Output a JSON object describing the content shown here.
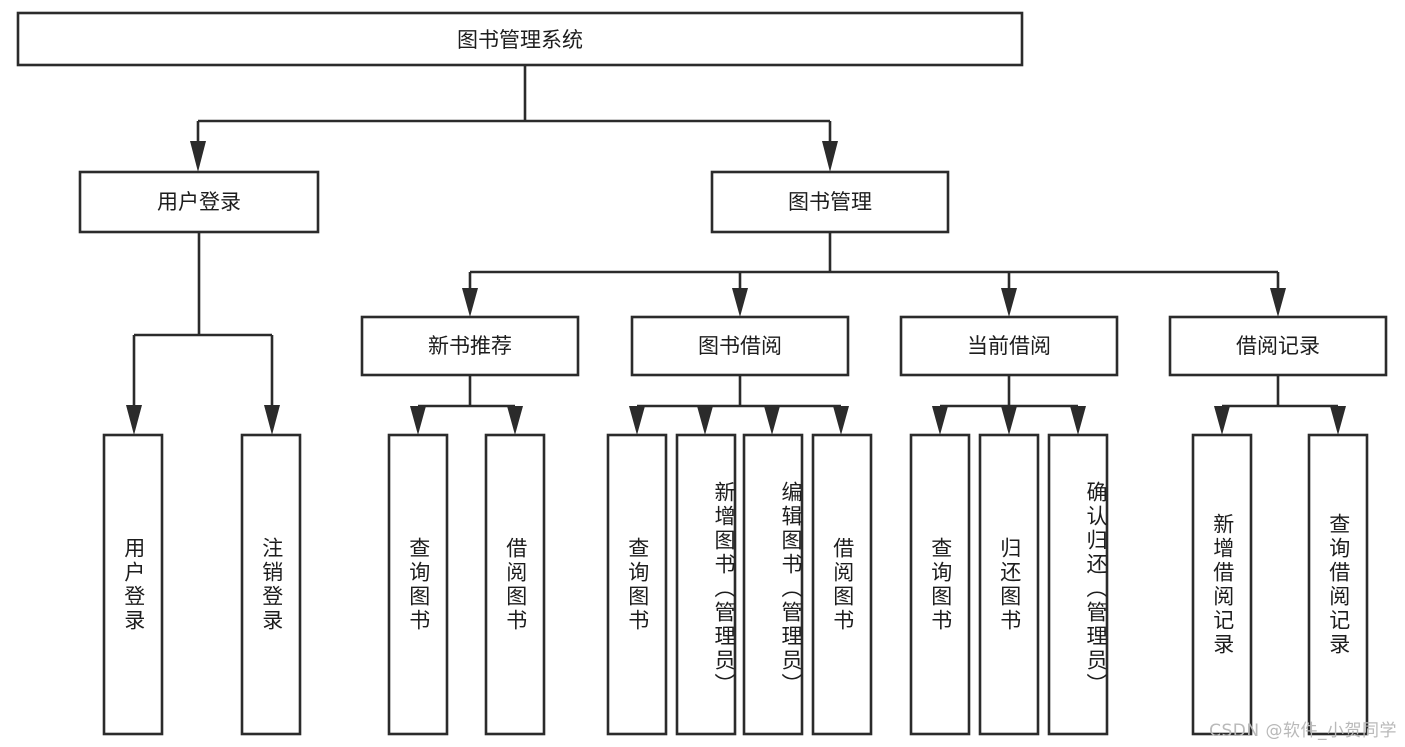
{
  "diagram": {
    "type": "tree",
    "title": "图书管理系统",
    "watermark": "CSDN @软件_小贺同学",
    "colors": {
      "stroke": "#2b2b2b",
      "fill": "#ffffff",
      "text": "#1d1d1d",
      "watermark": "#b9b9b9",
      "background": "#ffffff"
    },
    "root": {
      "label": "图书管理系统"
    },
    "level1": [
      {
        "label": "用户登录"
      },
      {
        "label": "图书管理"
      }
    ],
    "level2": [
      {
        "label": "新书推荐"
      },
      {
        "label": "图书借阅"
      },
      {
        "label": "当前借阅"
      },
      {
        "label": "借阅记录"
      }
    ],
    "leaves": {
      "user_login": [
        {
          "label": "用户登录"
        },
        {
          "label": "注销登录"
        }
      ],
      "new_book_recommend": [
        {
          "label": "查询图书"
        },
        {
          "label": "借阅图书"
        }
      ],
      "book_borrow": [
        {
          "label": "查询图书"
        },
        {
          "label": "新增图书（管理员）"
        },
        {
          "label": "编辑图书（管理员）"
        },
        {
          "label": "借阅图书"
        }
      ],
      "current_borrow": [
        {
          "label": "查询图书"
        },
        {
          "label": "归还图书"
        },
        {
          "label": "确认归还（管理员）"
        }
      ],
      "borrow_record": [
        {
          "label": "新增借阅记录"
        },
        {
          "label": "查询借阅记录"
        }
      ]
    }
  }
}
